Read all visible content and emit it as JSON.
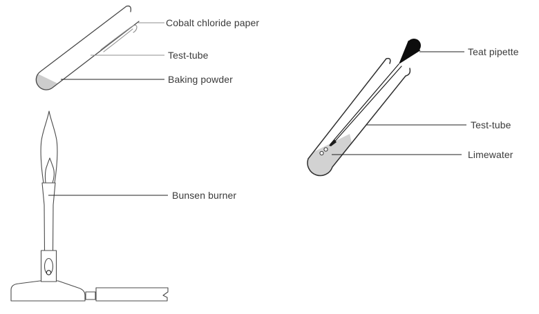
{
  "labels": {
    "cobalt_chloride_paper": "Cobalt chloride paper",
    "test_tube_left": "Test-tube",
    "baking_powder": "Baking powder",
    "bunsen_burner": "Bunsen burner",
    "teat_pipette": "Teat pipette",
    "test_tube_right": "Test-tube",
    "limewater": "Limewater"
  },
  "colors": {
    "background": "#ffffff",
    "outline": "#3d3d3d",
    "leader_gray": "#8c8c8c",
    "leader_black": "#1f1f1f",
    "powder_fill": "#cdcdcd",
    "limewater_fill": "#d2d2d2",
    "pipette_bulb_fill": "#0d0d0d",
    "label_text": "#3a3a3a"
  }
}
